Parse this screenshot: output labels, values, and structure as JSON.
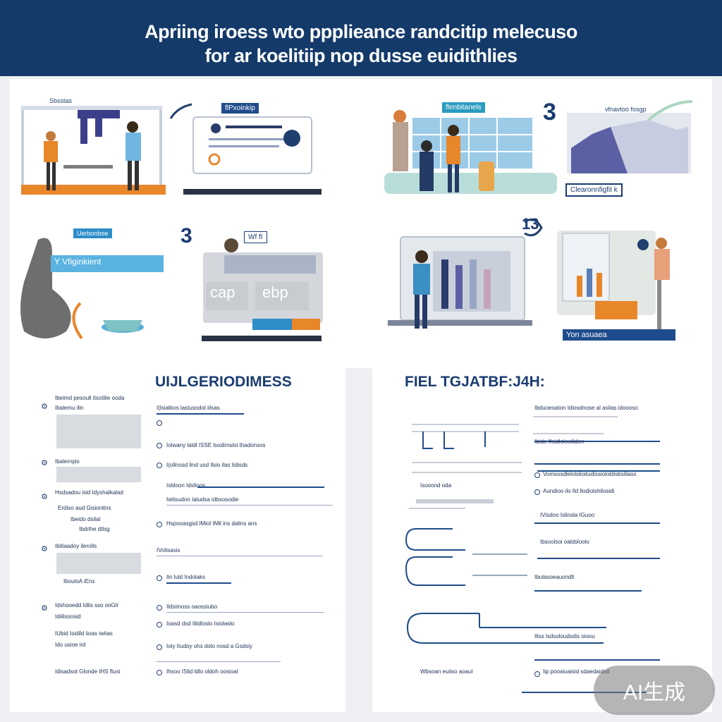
{
  "header": {
    "line1": "Apriing iroess wto ppplieance randcitip melecuso",
    "line2": "for ar koelitiip nop dusse euidithlies"
  },
  "panels": [
    {
      "label": "Sbsstas"
    },
    {
      "tag": "flPxoinkip"
    },
    {
      "tag": "flenbitanels"
    },
    {
      "number": "3",
      "label": "vfnavtoo fosgp"
    },
    {
      "tag": "Clearonnfigfit k"
    },
    {
      "tag": "Uerbonboe"
    },
    {
      "banner": "Y Vfiginkient"
    },
    {
      "number": "3",
      "tag": "Wf fI"
    },
    {
      "screen_left": "cap",
      "screen_right": "ebp"
    },
    {
      "number": "13"
    },
    {
      "tag": "Yon asuaea"
    }
  ],
  "left_section": {
    "title": "UIJLGERIODIMESS",
    "left_items": [
      "Ibeimd pesoull itsotilie ooda",
      "Ibalemu ilin",
      "Ibalernpis",
      "Hsdsadou isid Idyshalkalad",
      "Erdiso aud Gisionitns",
      "Ibeido dsilal",
      "Ibdrlhe dtlsg",
      "Ibitiaadoy ilerolls",
      "IbouloA iEns",
      "Idshooedd Idlis sso ooGlr",
      "Idiilissosid",
      "IUbid Isidild iioas iwiias",
      "Ido usioe ird",
      "Idisadsot Glonde IHS ftusi"
    ],
    "right_items": [
      "I(lsiatkos lastusodol iilsas",
      "Iolwany laldl ISSE lsodimsloi thadonsos",
      "I(ollnosd lind usd Ilsio ilas lidisds",
      "Isldoon Idslloos",
      "Iwtisudon Ialudsa idbsosodie",
      "Hspooasgsd lMiol IMil ins dalins ans",
      "IVolisasis",
      "Iin luld Indolaks",
      "Ildsimoss oaossiubo",
      "Ioasd dsd Iilidloslo Isiolaslo",
      "Ioiy IIudoy ohs dolo nosd a Gsdsiy",
      "Ihsoo ISlid ldlo oldoh oosioal"
    ]
  },
  "right_section": {
    "title": "FIEL  TGJATBF:J4H:",
    "items": [
      "Ibduoeoaton Idiosdnose al asilas idoooso",
      "Ibido Ifoidlolooilidon",
      "Vomsosdlelolslioitudissiololdisbsiliass",
      "Aundioo ilo Ild llodiolshilosidi",
      "IVisdoo Islinsla IGuoo",
      "Ibsoolsoi oaldsloolo",
      "Ibulasoeauondll",
      "Iliss lsdsoloudsdis oioou",
      "Wbsoan euiiso aoaul",
      "Iip pooaiuaisid sdaedaidod"
    ],
    "date_label": "Isooond oda"
  },
  "watermark": "AI生成",
  "colors": {
    "navy": "#143a6a",
    "accent_blue": "#2e6db4",
    "orange": "#e8862a",
    "sky": "#5aaed8"
  }
}
